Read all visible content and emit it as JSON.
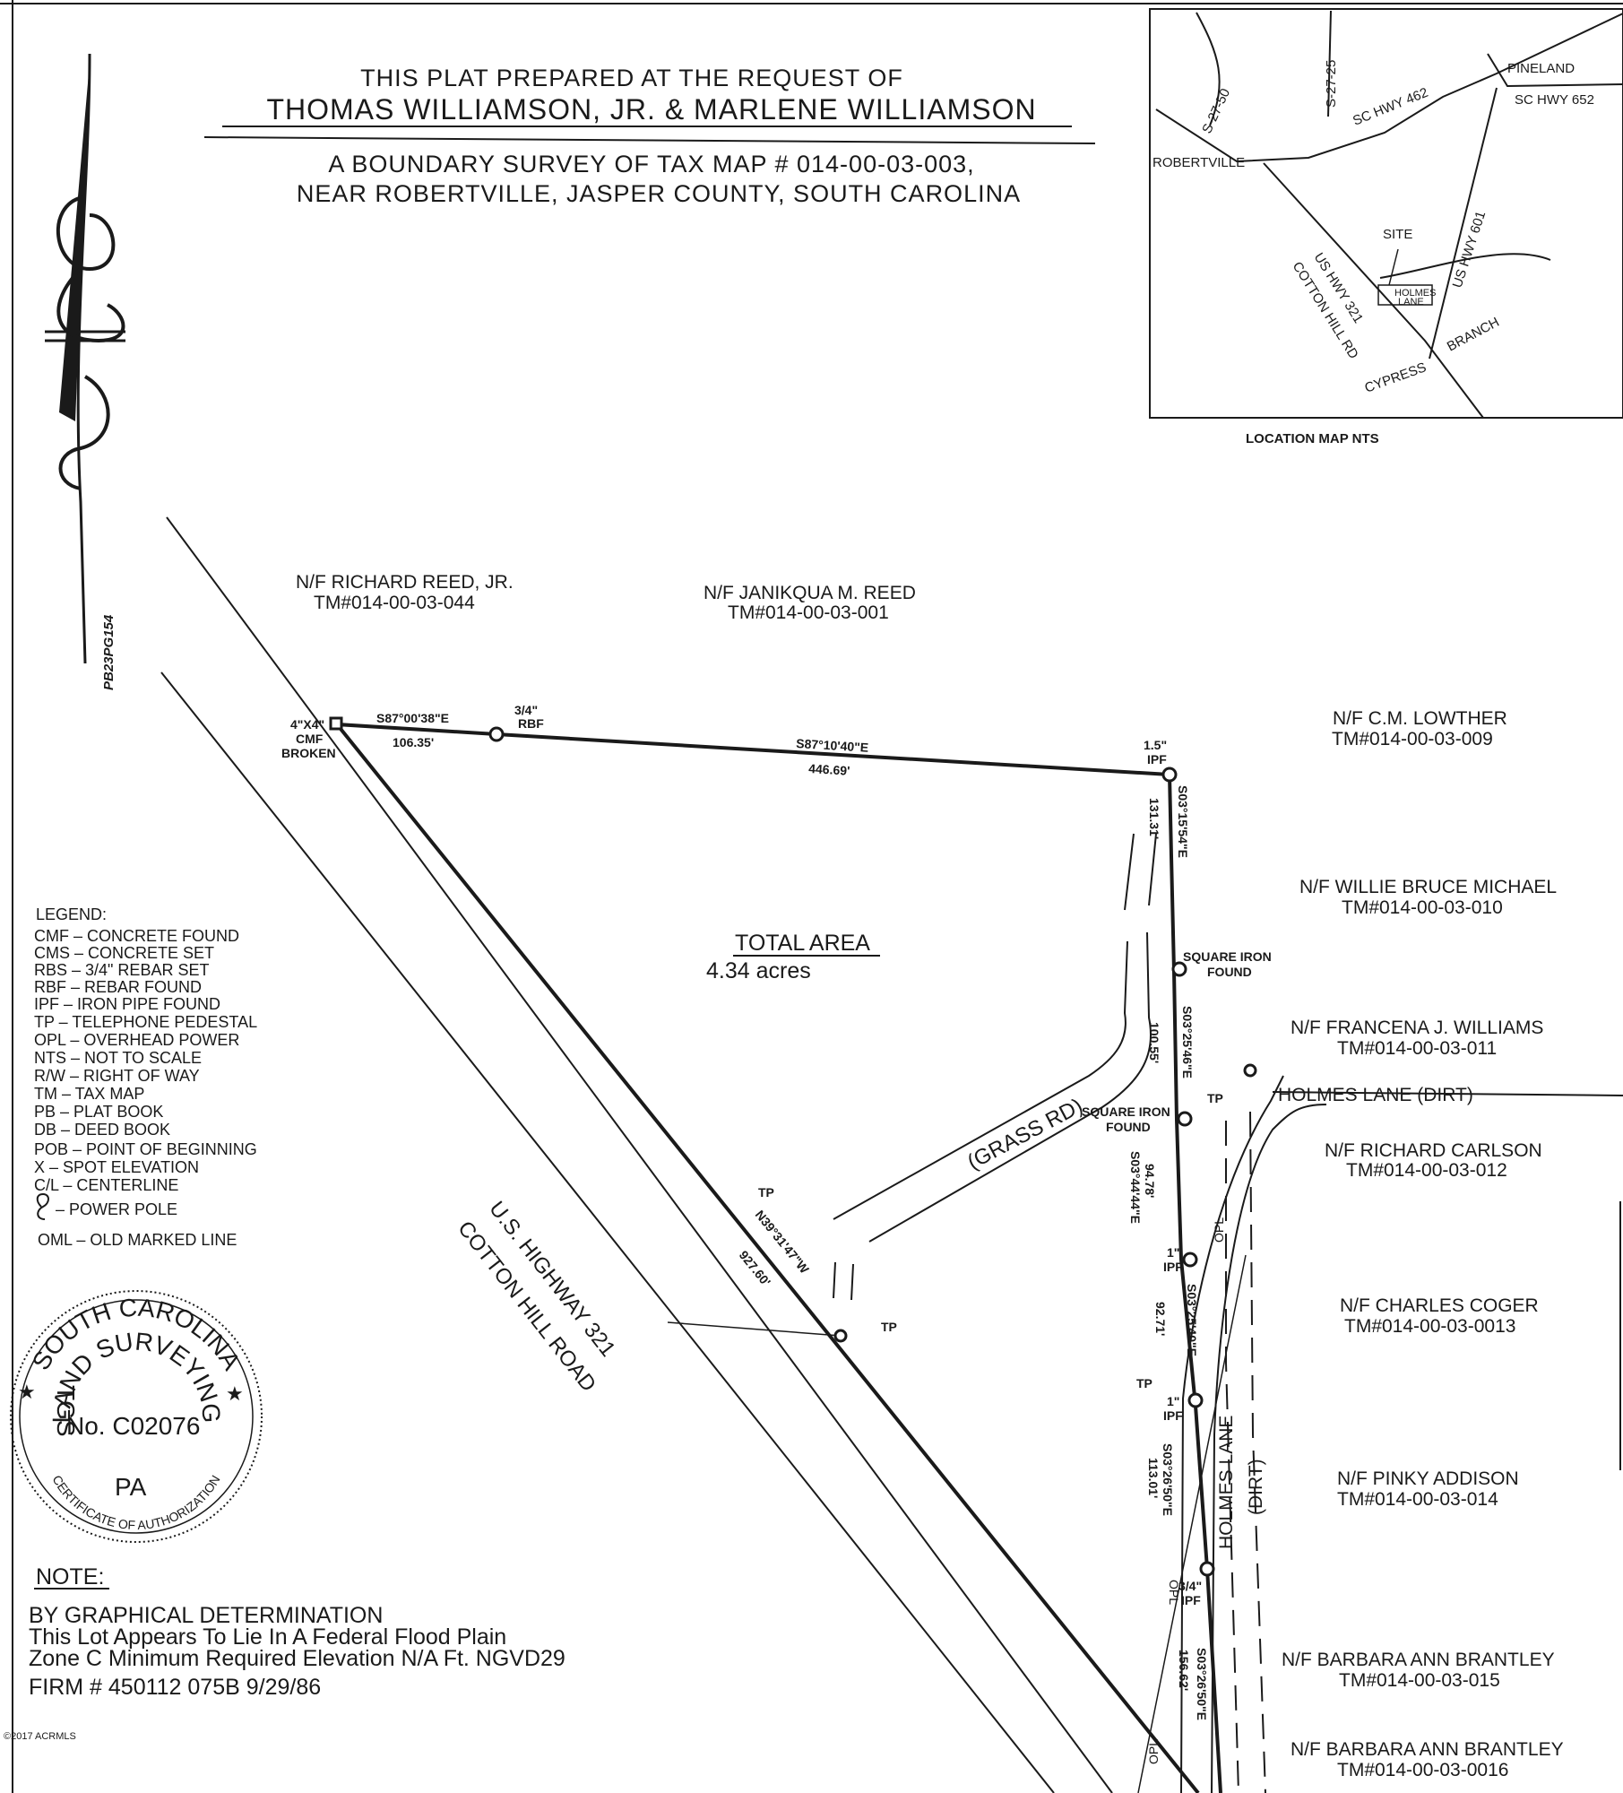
{
  "title": {
    "line1": "THIS PLAT PREPARED AT THE REQUEST OF",
    "line2": "THOMAS WILLIAMSON, JR. & MARLENE WILLIAMSON",
    "line3": "A BOUNDARY SURVEY OF TAX MAP # 014-00-03-003,",
    "line4": "NEAR ROBERTVILLE, JASPER COUNTY, SOUTH CAROLINA"
  },
  "plat_book_ref": "PB23PG154",
  "location_map": {
    "caption": "LOCATION MAP NTS",
    "labels": {
      "s2725": "S-27-25",
      "s2750": "S-27-50",
      "pineland": "PINELAND",
      "sc462": "SC HWY 462",
      "sc652": "SC HWY 652",
      "robertville": "ROBERTVILLE",
      "site": "SITE",
      "us321": "US HWY 321",
      "cotton": "COTTON HILL RD",
      "holmes1": "HOLMES",
      "holmes2": "LANE",
      "us601": "US HWY 601",
      "cypress": "CYPRESS",
      "branch": "BRANCH"
    }
  },
  "adjoiners": [
    {
      "name": "N/F RICHARD REED, JR.",
      "tm": "TM#014-00-03-044"
    },
    {
      "name": "N/F  JANIKQUA M. REED",
      "tm": "TM#014-00-03-001"
    },
    {
      "name": "N/F  C.M. LOWTHER",
      "tm": "TM#014-00-03-009"
    },
    {
      "name": "N/F  WILLIE BRUCE MICHAEL",
      "tm": "TM#014-00-03-010"
    },
    {
      "name": "N/F  FRANCENA J. WILLIAMS",
      "tm": "TM#014-00-03-011"
    },
    {
      "name": "N/F  RICHARD CARLSON",
      "tm": "TM#014-00-03-012"
    },
    {
      "name": "N/F  CHARLES COGER",
      "tm": "TM#014-00-03-0013"
    },
    {
      "name": "N/F  PINKY ADDISON",
      "tm": "TM#014-00-03-014"
    },
    {
      "name": "N/F  BARBARA ANN BRANTLEY",
      "tm": "TM#014-00-03-015"
    },
    {
      "name": "N/F  BARBARA ANN BRANTLEY",
      "tm": "TM#014-00-03-0016"
    }
  ],
  "monuments": {
    "cmf_size": "4\"X4\"",
    "cmf_1": "CMF",
    "cmf_2": "BROKEN",
    "rbf_size": "3/4\"",
    "rbf": "RBF",
    "ipf_size": "1.5\"",
    "ipf": "IPF",
    "sq_iron_1": "SQUARE IRON",
    "sq_iron_2": "FOUND",
    "one_inch": "1\"",
    "three_quarter": "3/4\"",
    "tp": "TP"
  },
  "calls": {
    "c1_bearing": "S87°00'38\"E",
    "c1_dist": "106.35'",
    "c2_bearing": "S87°10'40\"E",
    "c2_dist": "446.69'",
    "c3_bearing": "S03°15'54\"E",
    "c3_dist": "131.31'",
    "c4_bearing": "S03°25'46\"E",
    "c4_dist": "100.55'",
    "c5_bearing": "S03°44'44\"E",
    "c5_dist": "94.78'",
    "c6_bearing": "S03°25'40\"E",
    "c6_dist": "92.71'",
    "c7_bearing": "S03°26'50\"E",
    "c7_dist": "113.01'",
    "c8_bearing": "S03°26'50\"E",
    "c8_dist": "156.62'",
    "c9_bearing": "N39°31'47\"W",
    "c9_dist": "927.60'"
  },
  "area": {
    "label": "TOTAL AREA",
    "value": "4.34  acres"
  },
  "roads": {
    "hwy_1": "U.S. HIGHWAY 321",
    "hwy_2": "COTTON HILL ROAD",
    "grass": "(GRASS RD)",
    "holmes_h": "HOLMES LANE (DIRT)",
    "holmes_v": "HOLMES LANE",
    "dirt_v": "(DIRT)",
    "opl": "OPL"
  },
  "legend": {
    "heading": "LEGEND:",
    "items": [
      "CMF – CONCRETE FOUND",
      "CMS – CONCRETE SET",
      "RBS – 3/4\" REBAR SET",
      "RBF – REBAR FOUND",
      "IPF – IRON PIPE FOUND",
      "TP – TELEPHONE PEDESTAL",
      "OPL – OVERHEAD POWER",
      "NTS – NOT TO SCALE",
      "R/W – RIGHT OF WAY",
      "TM – TAX MAP",
      "PB – PLAT BOOK",
      "DB – DEED BOOK",
      "POB – POINT OF BEGINNING",
      "X – SPOT ELEVATION",
      "C/L – CENTERLINE"
    ],
    "power_pole": "– POWER POLE",
    "oml": "OML – OLD MARKED LINE"
  },
  "stamp": {
    "top": "SOUTH CAROLINA",
    "top2": "LAND SURVEYING",
    "bottom": "CERTIFICATE OF AUTHORIZATION",
    "left": "TGS",
    "number": "No. C02076",
    "pa": "PA"
  },
  "note": {
    "heading": "NOTE:",
    "lines": [
      "BY GRAPHICAL DETERMINATION",
      "This Lot Appears To Lie In A Federal Flood Plain",
      "Zone C   Minimum Required Elevation   N/A   Ft. NGVD29",
      "FIRM # 450112 075B 9/29/86"
    ]
  },
  "watermark": "©2017 ACRMLS",
  "colors": {
    "ink": "#1a1a1a",
    "paper": "#ffffff"
  }
}
